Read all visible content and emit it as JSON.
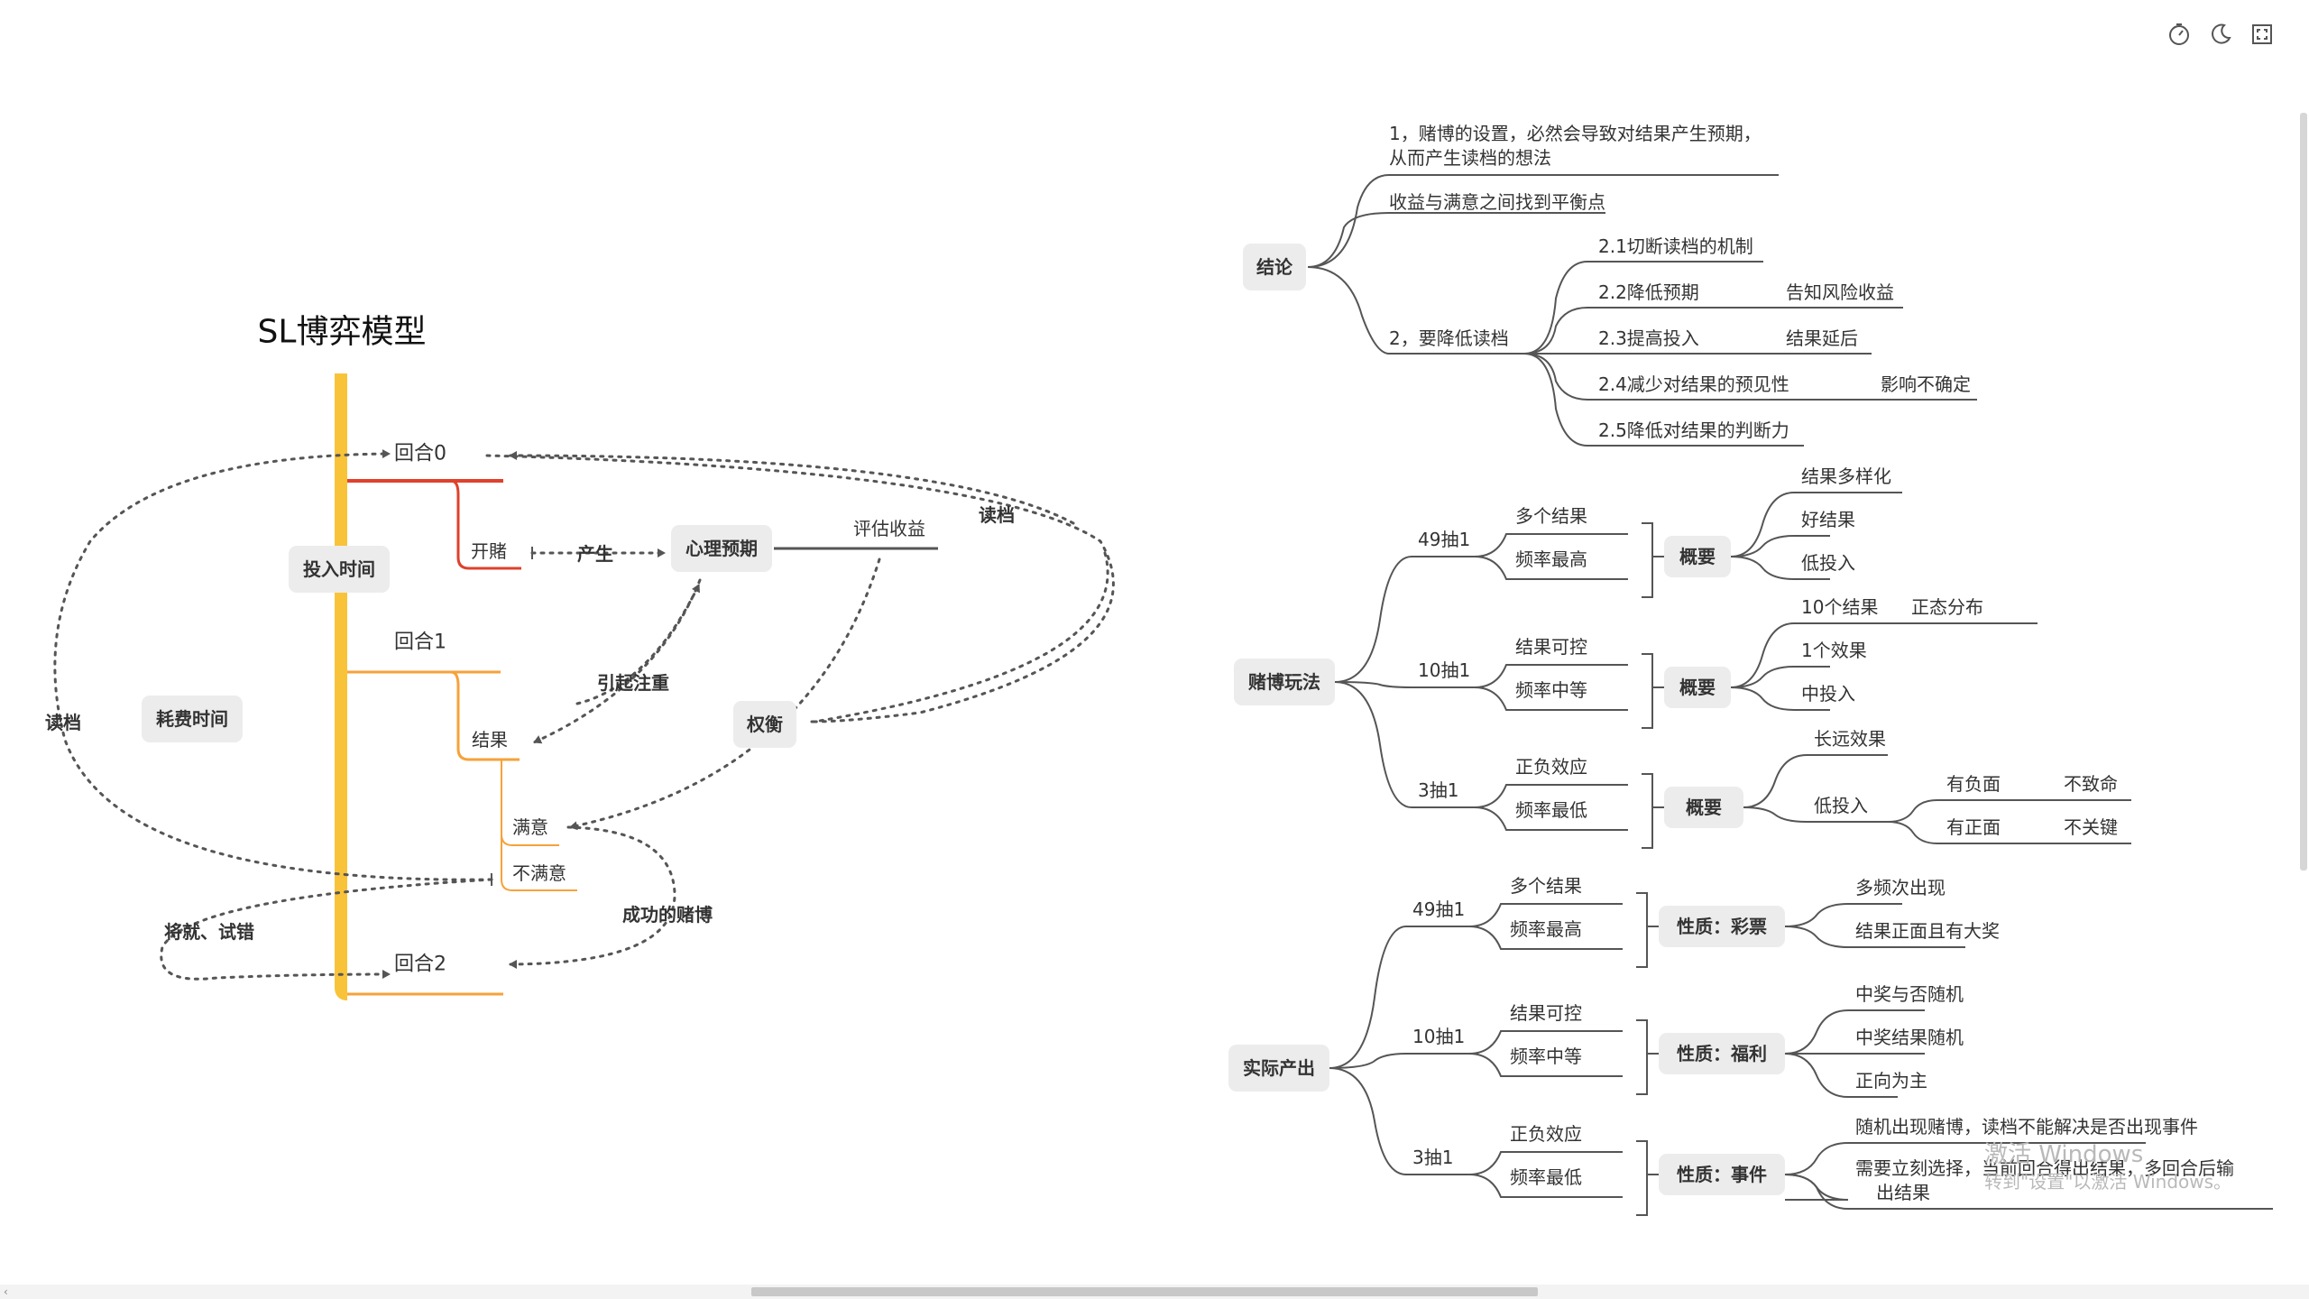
{
  "toolbar": {
    "icons": [
      "timer-icon",
      "moon-icon",
      "fullscreen-icon"
    ]
  },
  "colors": {
    "spine": "#f9c339",
    "red": "#e0412c",
    "orange": "#f6a23a",
    "line": "#555555",
    "node_bg": "#ececec",
    "text": "#333333"
  },
  "left": {
    "title": "SL博弈模型",
    "spine_label": "投入时间",
    "cost_label": "耗费时间",
    "round0": "回合0",
    "round1": "回合1",
    "round2": "回合2",
    "gamble": "开賭",
    "produce": "产生",
    "expect": "心理预期",
    "evaluate": "评估收益",
    "reload_top": "读档",
    "reload_left": "读档",
    "attention": "引起注重",
    "balance": "权衡",
    "result": "结果",
    "satisfied": "满意",
    "unsatisfied": "不满意",
    "settle": "将就、试错",
    "success": "成功的赌博"
  },
  "conclusion": {
    "root": "结论",
    "point1_line1": "1，赌博的设置，必然会导致对结果产生预期，",
    "point1_line2": "从而产生读档的想法",
    "balance_point": "收益与满意之间找到平衡点",
    "point2": "2，要降低读档",
    "sub": [
      {
        "label": "2.1切断读档的机制",
        "tip": ""
      },
      {
        "label": "2.2降低预期",
        "tip": "告知风险收益"
      },
      {
        "label": "2.3提高投入",
        "tip": "结果延后"
      },
      {
        "label": "2.4减少对结果的预见性",
        "tip": "影响不确定"
      },
      {
        "label": "2.5降低对结果的判断力",
        "tip": ""
      }
    ]
  },
  "gambling": {
    "root": "赌博玩法",
    "groups": [
      {
        "label": "49抽1",
        "a": "多个结果",
        "b": "频率最高",
        "summary": "概要",
        "items": [
          "结果多样化",
          "好结果",
          "低投入"
        ]
      },
      {
        "label": "10抽1",
        "a": "结果可控",
        "b": "频率中等",
        "summary": "概要",
        "items": [
          "10个结果",
          "1个效果",
          "中投入"
        ],
        "extra": "正态分布"
      },
      {
        "label": "3抽1",
        "a": "正负效应",
        "b": "频率最低",
        "summary": "概要",
        "items": [
          "长远效果",
          "低投入"
        ],
        "sub": [
          {
            "label": "有负面",
            "tip": "不致命"
          },
          {
            "label": "有正面",
            "tip": "不关键"
          }
        ]
      }
    ]
  },
  "output": {
    "root": "实际产出",
    "groups": [
      {
        "label": "49抽1",
        "a": "多个结果",
        "b": "频率最高",
        "summary": "性质：彩票",
        "items": [
          "多频次出现",
          "结果正面且有大奖"
        ]
      },
      {
        "label": "10抽1",
        "a": "结果可控",
        "b": "频率中等",
        "summary": "性质：福利",
        "items": [
          "中奖与否随机",
          "中奖结果随机",
          "正向为主"
        ]
      },
      {
        "label": "3抽1",
        "a": "正负效应",
        "b": "频率最低",
        "summary": "性质：事件",
        "items": [
          "随机出现赌博，读档不能解决是否出现事件",
          "需要立刻选择，当前回合得出结果，多回合后输",
          "出结果"
        ]
      }
    ]
  },
  "watermark": {
    "line1": "激活 Windows",
    "line2": "转到\"设置\"以激活 Windows。"
  }
}
